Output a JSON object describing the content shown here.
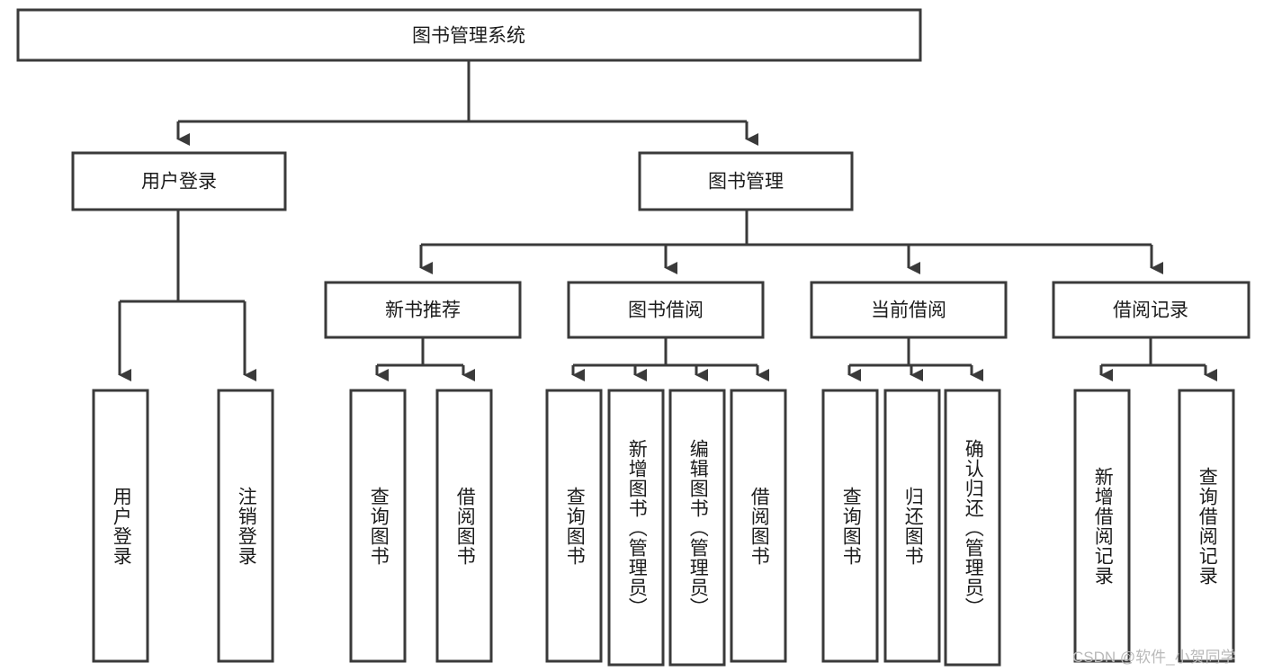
{
  "diagram": {
    "type": "tree",
    "title": "图书管理系统",
    "root": {
      "id": "root",
      "label": "图书管理系统"
    },
    "level2": [
      {
        "id": "user-login",
        "label": "用户登录"
      },
      {
        "id": "book-management",
        "label": "图书管理"
      }
    ],
    "level3": [
      {
        "id": "new-book-recommend",
        "label": "新书推荐",
        "parent": "book-management"
      },
      {
        "id": "book-borrow",
        "label": "图书借阅",
        "parent": "book-management"
      },
      {
        "id": "current-borrow",
        "label": "当前借阅",
        "parent": "book-management"
      },
      {
        "id": "borrow-record",
        "label": "借阅记录",
        "parent": "book-management"
      }
    ],
    "leaves": [
      {
        "id": "leaf-user-login",
        "label": "用户登录",
        "parent": "user-login"
      },
      {
        "id": "leaf-logout-login",
        "label": "注销登录",
        "parent": "user-login"
      },
      {
        "id": "leaf-query-book-1",
        "label": "查询图书",
        "parent": "new-book-recommend"
      },
      {
        "id": "leaf-borrow-book-1",
        "label": "借阅图书",
        "parent": "new-book-recommend"
      },
      {
        "id": "leaf-query-book-2",
        "label": "查询图书",
        "parent": "book-borrow"
      },
      {
        "id": "leaf-add-book",
        "label": "新增图书（管理员）",
        "parent": "book-borrow"
      },
      {
        "id": "leaf-edit-book",
        "label": "编辑图书（管理员）",
        "parent": "book-borrow"
      },
      {
        "id": "leaf-borrow-book-2",
        "label": "借阅图书",
        "parent": "book-borrow"
      },
      {
        "id": "leaf-query-book-3",
        "label": "查询图书",
        "parent": "current-borrow"
      },
      {
        "id": "leaf-return-book",
        "label": "归还图书",
        "parent": "current-borrow"
      },
      {
        "id": "leaf-confirm-return",
        "label": "确认归还（管理员）",
        "parent": "current-borrow"
      },
      {
        "id": "leaf-add-record",
        "label": "新增借阅记录",
        "parent": "borrow-record"
      },
      {
        "id": "leaf-query-record",
        "label": "查询借阅记录",
        "parent": "borrow-record"
      }
    ],
    "colors": {
      "stroke": "#3a3a3a",
      "fill": "#ffffff",
      "text": "#1c1c1c",
      "watermark": "#b9b9b9"
    }
  },
  "watermark": {
    "text": "CSDN @软件_小贺同学"
  }
}
